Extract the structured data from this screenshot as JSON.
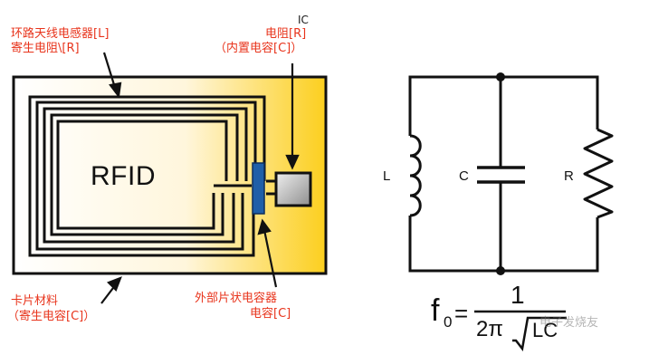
{
  "labels": {
    "inductor_line1": "环路天线电感器[L]",
    "inductor_line2": "寄生电阻\\[R]",
    "ic": "IC",
    "resistor_line1": "电阻[R]",
    "resistor_line2": "（内置电容[C]）",
    "rfid": "RFID",
    "card_line1": "卡片材料",
    "card_line2": "（寄生电容[C]）",
    "chip_cap_line1": "外部片状电容器",
    "chip_cap_line2": "电容[C]"
  },
  "circuit": {
    "inductor": "L",
    "capacitor": "C",
    "resistor": "R"
  },
  "formula": {
    "lhs": "f",
    "subscript": "0",
    "equals": "=",
    "numerator": "1",
    "denominator_prefix": "2π",
    "denominator_root": "LC"
  },
  "watermark": "电子发烧友",
  "colors": {
    "label_red": "#e8341c",
    "card_gradient_start": "#ffffff",
    "card_gradient_end": "#fccf1e",
    "chip_blue": "#1f5fa8",
    "ic_gray": "#a8a8a8"
  }
}
